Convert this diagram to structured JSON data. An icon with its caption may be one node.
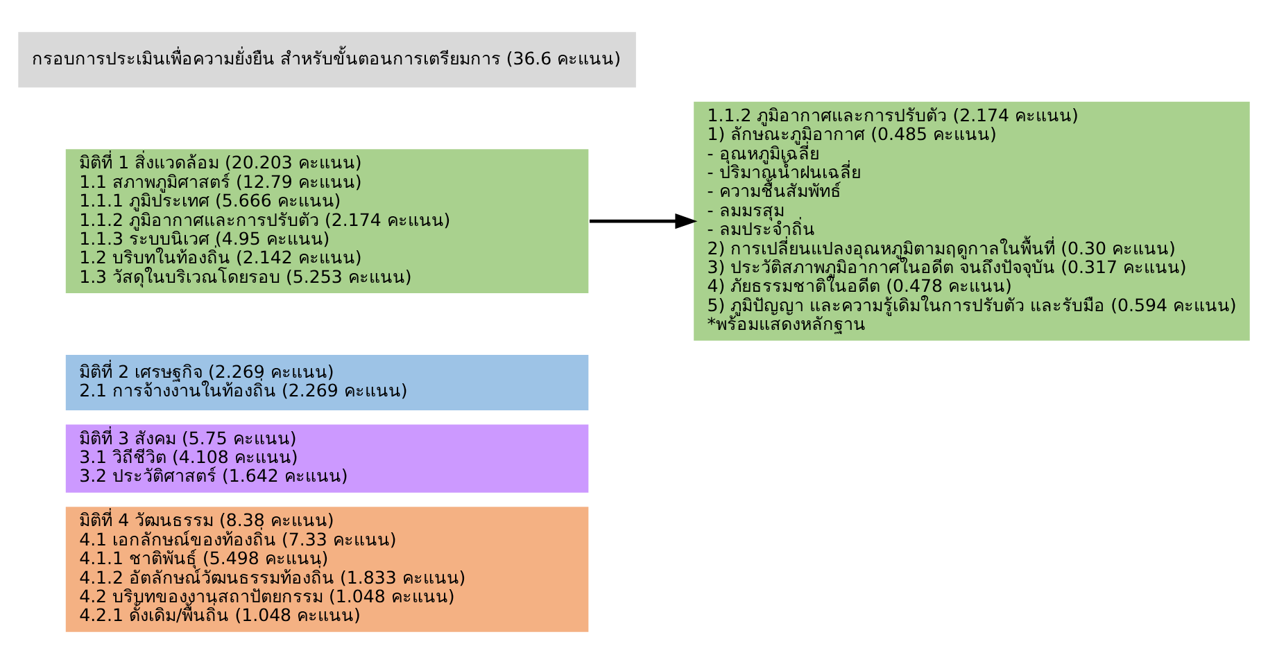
{
  "diagram": {
    "nodes": [
      {
        "text": [
          "กรอบการประเมินเพื่อความยั่งยืน สำหรับขั้นตอนการเตรียมการ (36.6 คะแนน)"
        ]
      },
      {
        "text": [
          "มิติที่ 1 สิ่งแวดล้อม (20.203 คะแนน)",
          "1.1 สภาพภูมิศาสตร์ (12.79 คะแนน)",
          "1.1.1 ภูมิประเทศ (5.666 คะแนน)",
          "1.1.2 ภูมิอากาศและการปรับตัว (2.174 คะแนน)",
          "1.1.3 ระบบนิเวศ (4.95 คะแนน)",
          "1.2 บริบทในท้องถิ่น (2.142 คะแนน)",
          "1.3 วัสดุในบริเวณโดยรอบ (5.253 คะแนน)"
        ]
      },
      {
        "text": [
          "มิติที่ 2 เศรษฐกิจ (2.269 คะแนน)",
          "2.1 การจ้างงานในท้องถิ่น (2.269 คะแนน)"
        ]
      },
      {
        "text": [
          "มิติที่ 3 สังคม (5.75 คะแนน)",
          "3.1 วิถีชีวิต (4.108 คะแนน)",
          "3.2 ประวัติศาสตร์ (1.642 คะแนน)"
        ]
      },
      {
        "text": [
          "มิติที่ 4 วัฒนธรรม (8.38 คะแนน)",
          "4.1 เอกลักษณ์ของท้องถิ่น (7.33 คะแนน)",
          "4.1.1 ชาติพันธุ์ (5.498 คะแนน)",
          "4.1.2 อัตลักษณ์วัฒนธรรมท้องถิ่น (1.833 คะแนน)",
          "4.2 บริบทของงานสถาปัตยกรรม (1.048 คะแนน)",
          "4.2.1 ดั้งเดิม/พื้นถิ่น (1.048 คะแนน)"
        ]
      },
      {
        "text": [
          "1.1.2 ภูมิอากาศและการปรับตัว (2.174 คะแนน)",
          "1) ลักษณะภูมิอากาศ (0.485 คะแนน)",
          "- อุณหภูมิเฉลี่ย",
          "- ปริมาณน้ำฝนเฉลี่ย",
          "- ความชื้นสัมพัทธ์",
          "- ลมมรสุม",
          "- ลมประจำถิ่น",
          "2) การเปลี่ยนแปลงอุณหภูมิตามฤดูกาลในพื้นที่ (0.30 คะแนน)",
          "3) ประวัติสภาพภูมิอากาศในอดีต จนถึงปัจจุบัน (0.317 คะแนน)",
          "4) ภัยธรรมชาติในอดีต (0.478 คะแนน)",
          "5) ภูมิปัญญา และความรู้เดิมในการปรับตัว และรับมือ (0.594 คะแนน)",
          "*พร้อมแสดงหลักฐาน"
        ]
      }
    ],
    "edges": [
      {
        "from": 1,
        "to": 5,
        "arrow": "to"
      }
    ]
  }
}
